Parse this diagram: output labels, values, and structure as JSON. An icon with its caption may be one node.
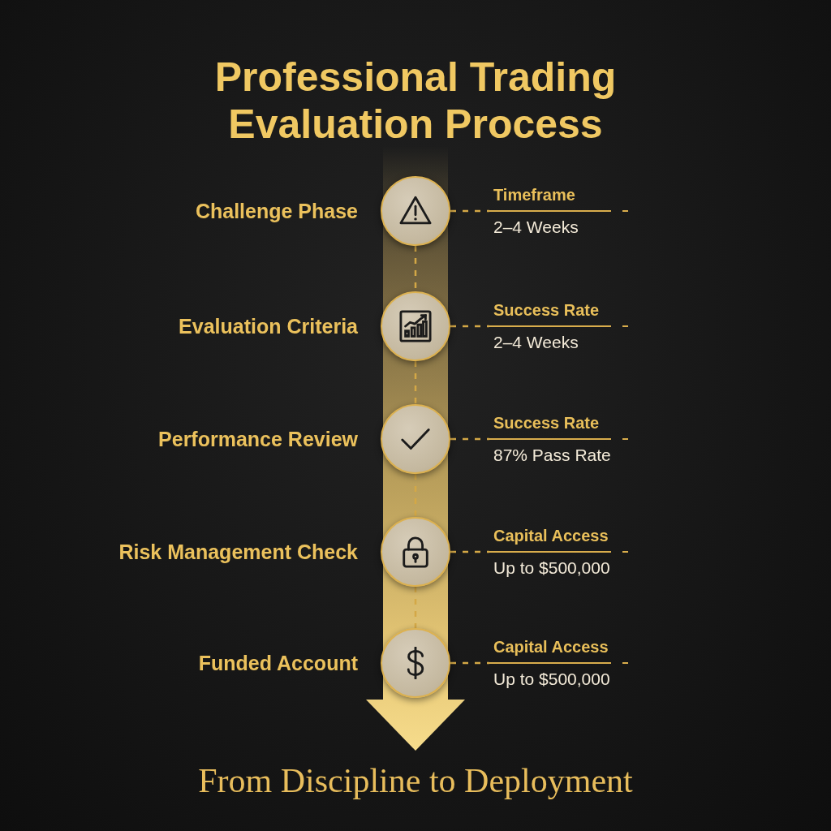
{
  "diagram": {
    "title": "Professional Trading Evaluation Process",
    "caption": "From Discipline to Deployment",
    "nodes": [
      {
        "text": [],
        "shape": "circle",
        "beside": [
          "Challenge Phase"
        ]
      },
      {
        "text": [
          "Timeframe",
          "2–4 Weeks"
        ]
      },
      {
        "text": [],
        "shape": "circle",
        "beside": [
          "Evaluation Criteria"
        ]
      },
      {
        "text": [
          "Success Rate",
          "2–4 Weeks"
        ]
      },
      {
        "text": [],
        "shape": "circle",
        "beside": [
          "Performance Review"
        ]
      },
      {
        "text": [
          "Success Rate",
          "87% Pass Rate"
        ]
      },
      {
        "text": [],
        "shape": "circle",
        "beside": [
          "Risk Management Check"
        ]
      },
      {
        "text": [
          "Capital Access",
          "Up to $500,000"
        ]
      },
      {
        "text": [],
        "shape": "circle",
        "beside": [
          "Funded Account"
        ]
      },
      {
        "text": [
          "Capital Access",
          "Up to $500,000"
        ]
      }
    ],
    "edges": [
      {
        "from": 0,
        "to": 1,
        "arrow": "none",
        "style": "dashed"
      },
      {
        "from": 0,
        "to": 2,
        "arrow": "none",
        "style": "dashed"
      },
      {
        "from": 2,
        "to": 3,
        "arrow": "none",
        "style": "dashed"
      },
      {
        "from": 2,
        "to": 4,
        "arrow": "none",
        "style": "dashed"
      },
      {
        "from": 4,
        "to": 5,
        "arrow": "none",
        "style": "dashed"
      },
      {
        "from": 4,
        "to": 6,
        "arrow": "none",
        "style": "dashed"
      },
      {
        "from": 6,
        "to": 7,
        "arrow": "none",
        "style": "dashed"
      },
      {
        "from": 6,
        "to": 8,
        "arrow": "none",
        "style": "dashed"
      },
      {
        "from": 8,
        "to": 9,
        "arrow": "none",
        "style": "dashed"
      }
    ]
  }
}
